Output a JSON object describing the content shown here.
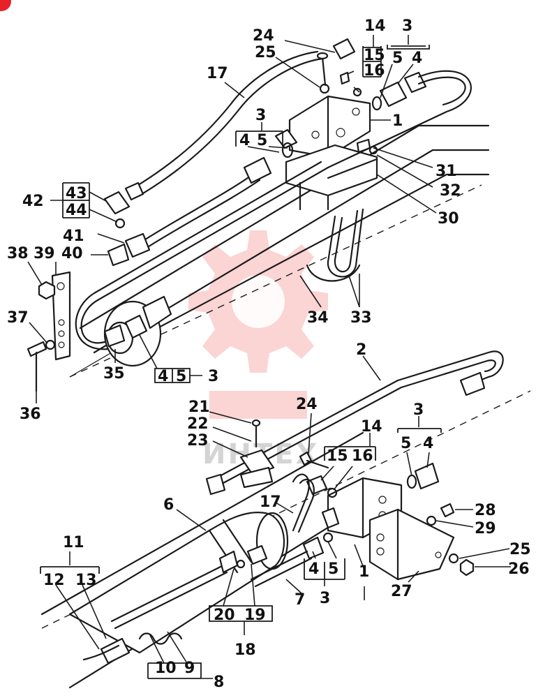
{
  "watermark": {
    "text": "ИНТЕХ",
    "color": "#ef3b3b"
  },
  "corner_badge": {
    "color": "#e8202a"
  },
  "labels": {
    "c24a": "24",
    "c25a": "25",
    "c17a": "17",
    "c14a": "14",
    "c15a": "15",
    "c16a": "16",
    "c3a": "3",
    "c5a": "5",
    "c4a": "4",
    "c1a": "1",
    "c3b": "3",
    "c4b": "4",
    "c5b": "5",
    "c31": "31",
    "c32": "32",
    "c30": "30",
    "c42": "42",
    "c43": "43",
    "c44": "44",
    "c41": "41",
    "c38": "38",
    "c39": "39",
    "c40": "40",
    "c37": "37",
    "c36": "36",
    "c35": "35",
    "c4c": "4",
    "c5c": "5",
    "c3c": "3",
    "c34": "34",
    "c33": "33",
    "c2": "2",
    "c21": "21",
    "c22": "22",
    "c23": "23",
    "c24b": "24",
    "c14b": "14",
    "c15b": "15",
    "c16b": "16",
    "c3d": "3",
    "c5d": "5",
    "c4d": "4",
    "c17b": "17",
    "c6": "6",
    "c28": "28",
    "c29": "29",
    "c1b": "1",
    "c4e": "4",
    "c5e": "5",
    "c3e": "3",
    "c25b": "25",
    "c26": "26",
    "c27": "27",
    "c11": "11",
    "c12": "12",
    "c13": "13",
    "c7": "7",
    "c20": "20",
    "c19": "19",
    "c18": "18",
    "c10": "10",
    "c9": "9",
    "c8": "8"
  }
}
